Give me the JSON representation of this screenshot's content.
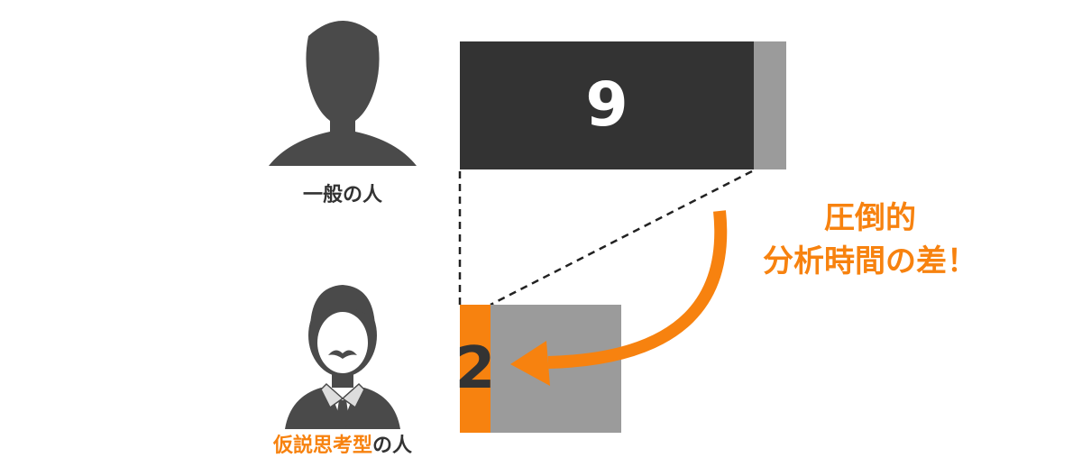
{
  "people": {
    "ordinary": {
      "label": "一般の人"
    },
    "hypothesis": {
      "label_highlight": "仮説思考型",
      "label_rest": "の人"
    }
  },
  "bars": {
    "ordinary_value": "9",
    "hypothesis_value": "2"
  },
  "callout": {
    "line1": "圧倒的",
    "line2": "分析時間の差！"
  },
  "colors": {
    "dark": "#333333",
    "gray": "#9B9B9B",
    "orange": "#F7820F",
    "person": "#4A4A4A"
  },
  "icons": {
    "ordinary": "person-silhouette-icon",
    "hypothesis": "businessman-mustache-icon",
    "arrow": "curved-arrow-icon"
  }
}
